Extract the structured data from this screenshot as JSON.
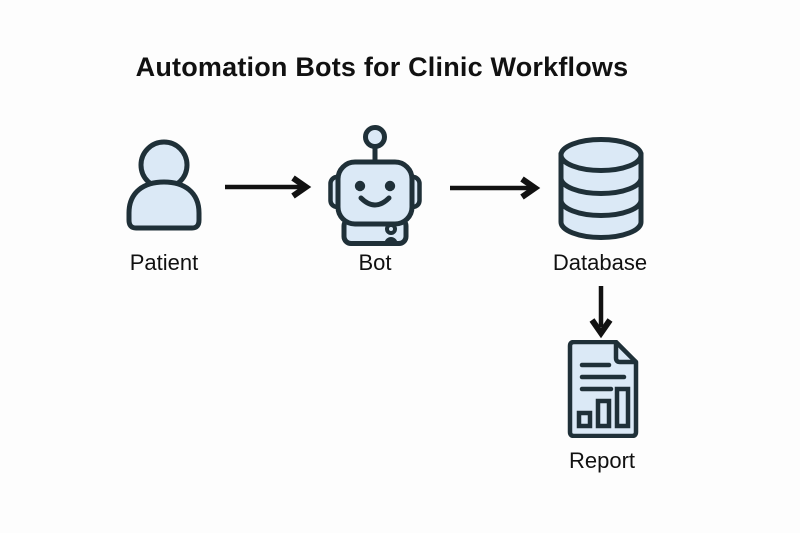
{
  "title": "Automation Bots for Clinic Workflows",
  "diagram": {
    "type": "flowchart",
    "nodes": [
      {
        "id": "patient",
        "label": "Patient",
        "icon": "person-icon"
      },
      {
        "id": "bot",
        "label": "Bot",
        "icon": "robot-icon"
      },
      {
        "id": "database",
        "label": "Database",
        "icon": "database-icon"
      },
      {
        "id": "report",
        "label": "Report",
        "icon": "report-icon"
      }
    ],
    "edges": [
      {
        "from": "patient",
        "to": "bot",
        "direction": "right"
      },
      {
        "from": "bot",
        "to": "database",
        "direction": "right"
      },
      {
        "from": "database",
        "to": "report",
        "direction": "down"
      }
    ]
  },
  "colors": {
    "background": "#fdfdfd",
    "icon_fill": "#dbe9f6",
    "icon_stroke": "#1f3038",
    "arrow": "#111111",
    "text": "#111111"
  }
}
